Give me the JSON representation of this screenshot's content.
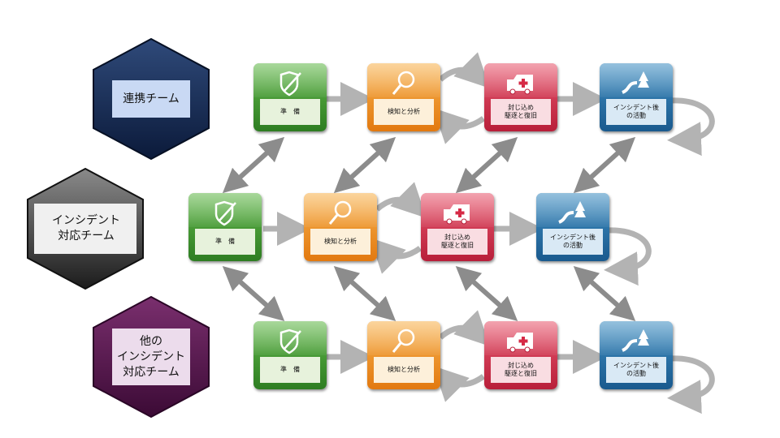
{
  "teams": [
    {
      "id": "coop",
      "label": "連携チーム",
      "fill_top": "#2f4a7a",
      "fill_bottom": "#0b1a3a",
      "label_bg": "#c9d9f4"
    },
    {
      "id": "incident",
      "label": "インシデント\n対応チーム",
      "fill_top": "#8a8a8a",
      "fill_bottom": "#1c1c1c",
      "label_bg": "#f0f0f0"
    },
    {
      "id": "other",
      "label": "他の\nインシデント\n対応チーム",
      "fill_top": "#7a2f6e",
      "fill_bottom": "#3b0a35",
      "label_bg": "#ecdcec"
    }
  ],
  "phases": {
    "prep": "準　備",
    "detect": "検知と分析",
    "contain": "封じ込め\n駆逐と復旧",
    "post": "インシデント後\nの活動"
  },
  "icons": {
    "prep": "shield-sword-icon",
    "detect": "magnifier-icon",
    "contain": "ambulance-icon",
    "post": "road-tree-icon"
  },
  "colors": {
    "arrow": "#b3b3b3",
    "connector": "#8c8c8c"
  }
}
